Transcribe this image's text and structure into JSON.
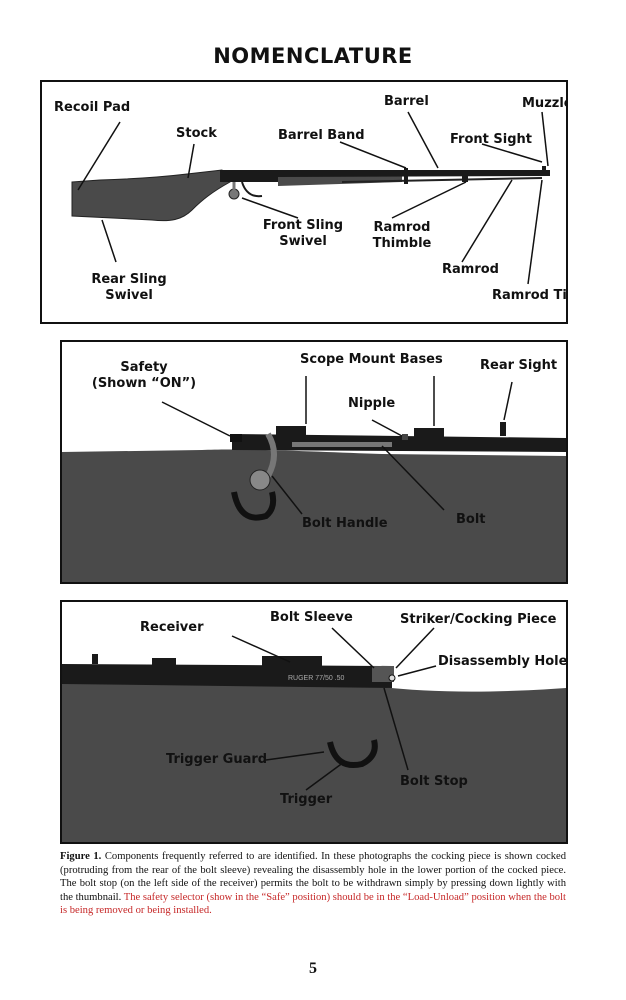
{
  "page": {
    "title": "NOMENCLATURE",
    "page_number": "5"
  },
  "panel1": {
    "labels": {
      "recoil_pad": "Recoil Pad",
      "stock": "Stock",
      "barrel_band": "Barrel Band",
      "barrel": "Barrel",
      "muzzle": "Muzzle",
      "front_sight": "Front Sight",
      "front_sling_swivel_1": "Front Sling",
      "front_sling_swivel_2": "Swivel",
      "ramrod_thimble_1": "Ramrod",
      "ramrod_thimble_2": "Thimble",
      "ramrod": "Ramrod",
      "ramrod_tip": "Ramrod Tip",
      "rear_sling_swivel_1": "Rear Sling",
      "rear_sling_swivel_2": "Swivel"
    }
  },
  "panel2": {
    "labels": {
      "safety_1": "Safety",
      "safety_2": "(Shown “ON”)",
      "scope_mount_bases": "Scope Mount Bases",
      "rear_sight": "Rear Sight",
      "nipple": "Nipple",
      "bolt_handle": "Bolt Handle",
      "bolt": "Bolt"
    }
  },
  "panel3": {
    "labels": {
      "receiver": "Receiver",
      "bolt_sleeve": "Bolt Sleeve",
      "striker_cocking_piece": "Striker/Cocking Piece",
      "disassembly_hole": "Disassembly Hole",
      "trigger_guard": "Trigger Guard",
      "bolt_stop": "Bolt Stop",
      "trigger": "Trigger"
    },
    "receiver_engraving": "RUGER 77/50 .50"
  },
  "caption": {
    "figure_label": "Figure 1.",
    "text_black": "Components frequently referred to are identified. In these photographs the cocking piece is shown cocked (protruding from the rear of the bolt sleeve) revealing the disassembly hole in the lower portion of the cocked piece. The bolt stop (on the left side of the receiver) permits the bolt to be withdrawn simply by pressing down lightly with the thumbnail.",
    "text_red": "The safety selector (show in the “Safe” position) should be in the “Load-Unload” position when the bolt is being removed or being installed."
  },
  "colors": {
    "caption_note": "#c62828",
    "stock_wood": "#4a4a4a",
    "metal": "#1a1a1a"
  }
}
